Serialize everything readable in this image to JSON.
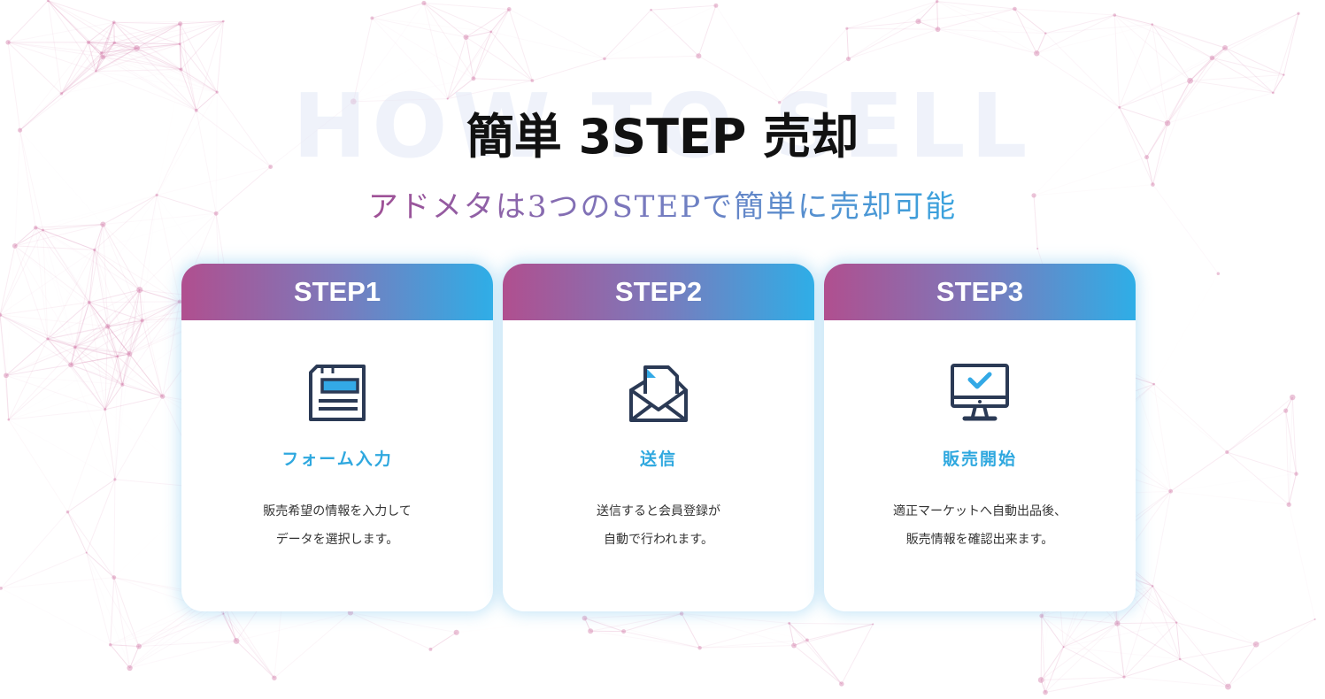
{
  "background_text": "HOW TO SELL",
  "title": "簡単 3STEP 売却",
  "subtitle": "アドメタは3つのSTEPで簡単に売却可能",
  "steps": [
    {
      "label": "STEP1",
      "icon": "form-document-icon",
      "title": "フォーム入力",
      "desc_lines": [
        "販売希望の情報を入力して",
        "データを選択します。"
      ]
    },
    {
      "label": "STEP2",
      "icon": "envelope-icon",
      "title": "送信",
      "desc_lines": [
        "送信すると会員登録が",
        "自動で行われます。"
      ]
    },
    {
      "label": "STEP3",
      "icon": "monitor-check-icon",
      "title": "販売開始",
      "desc_lines": [
        "適正マーケットへ自動出品後、",
        "販売情報を確認出来ます。"
      ]
    }
  ],
  "colors": {
    "gradient_start": "#b04f8f",
    "gradient_end": "#2eaee7",
    "step_title": "#2fa8df",
    "icon": "#2b3a55",
    "icon_accent": "#33a9e6"
  }
}
